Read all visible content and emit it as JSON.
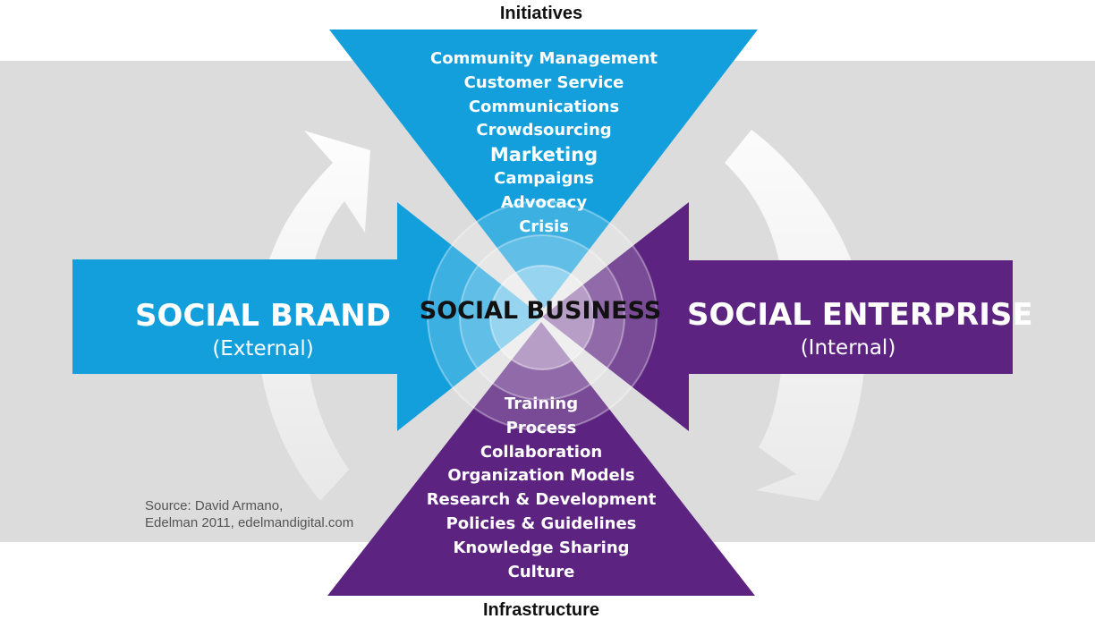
{
  "top_label": "Initiatives",
  "bottom_label": "Infrastructure",
  "left": {
    "title": "SOCIAL BRAND",
    "subtitle": "(External)"
  },
  "right": {
    "title": "SOCIAL ENTERPRISE",
    "subtitle": "(Internal)"
  },
  "center": {
    "title": "SOCIAL BUSINESS"
  },
  "initiatives": [
    "Community Management",
    "Customer Service",
    "Communications",
    "Crowdsourcing",
    "Marketing",
    "Campaigns",
    "Advocacy",
    "Crisis"
  ],
  "infrastructure": [
    "Training",
    "Process",
    "Collaboration",
    "Organization Models",
    "Research & Development",
    "Policies & Guidelines",
    "Knowledge Sharing",
    "Culture"
  ],
  "source": {
    "line1": "Source: David Armano,",
    "line2": "Edelman 2011, edelmandigital.com"
  },
  "colors": {
    "blue": "#139fdc",
    "purple": "#5c2480",
    "band": "#dcdcdc"
  }
}
